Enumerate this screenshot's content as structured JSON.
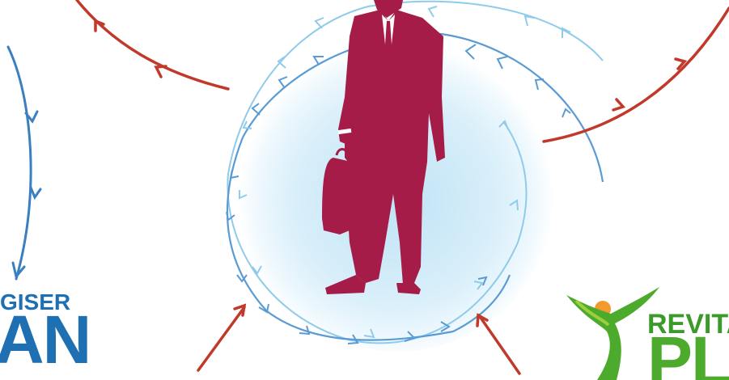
{
  "logos": {
    "left": {
      "line1": "GISER",
      "line2": "AN"
    },
    "right": {
      "line1": "REVITA",
      "line2": "PLA"
    }
  },
  "colors": {
    "figure": "#a61c48",
    "sphere_center": "#bfe3f5",
    "arrow_red": "#c0392b",
    "arrow_blue": "#3a7fc0",
    "arrow_lightblue": "#8fcbea",
    "logo_blue": "#1f6fb3",
    "logo_green": "#4caa2c"
  },
  "icons": [
    "businessman-silhouette",
    "briefcase",
    "circular-arrow-ring"
  ]
}
